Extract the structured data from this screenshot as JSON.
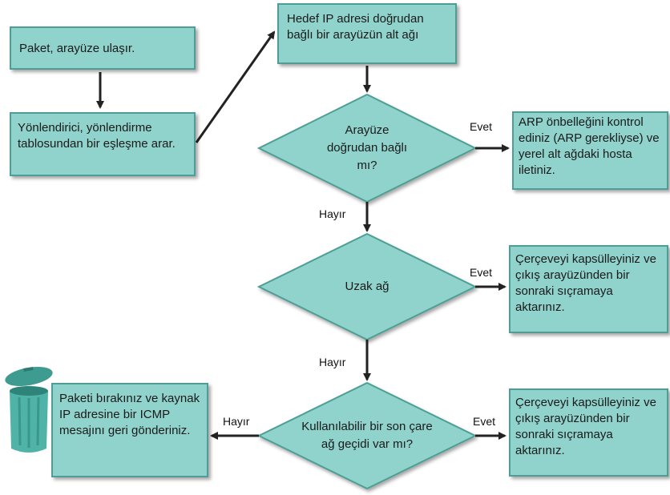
{
  "nodes": {
    "packet_arrives": "Paket, arayüze ulaşır.",
    "router_lookup": "Yönlendirici, yönlendirme tablosundan bir eşleşme arar.",
    "dest_subnet": "Hedef IP adresi doğrudan bağlı bir arayüzün alt ağı",
    "q_connected": "Arayüze doğrudan bağlı mı?",
    "arp_action": "ARP önbelleğini kontrol ediniz (ARP gerekliyse) ve yerel alt ağdaki hosta iletiniz.",
    "q_remote": "Uzak ağ",
    "remote_action": "Çerçeveyi kapsülleyiniz ve çıkış arayüzünden bir sonraki sıçramaya aktarınız.",
    "q_gateway": "Kullanılabilir bir son çare ağ geçidi var mı?",
    "gateway_action": "Çerçeveyi kapsülleyiniz ve çıkış arayüzünden bir sonraki sıçramaya aktarınız.",
    "drop_action": "Paketi bırakınız ve kaynak IP adresine bir ICMP mesajını geri gönderiniz."
  },
  "edge_labels": {
    "yes_1": "Evet",
    "no_1": "Hayır",
    "yes_2": "Evet",
    "no_2": "Hayır",
    "yes_3": "Evet",
    "no_3": "Hayır"
  },
  "icons": {
    "trash": "trash-can-icon"
  },
  "colors": {
    "fill": "#8fd3cc",
    "stroke": "#4e9e95",
    "arrow": "#222222"
  }
}
